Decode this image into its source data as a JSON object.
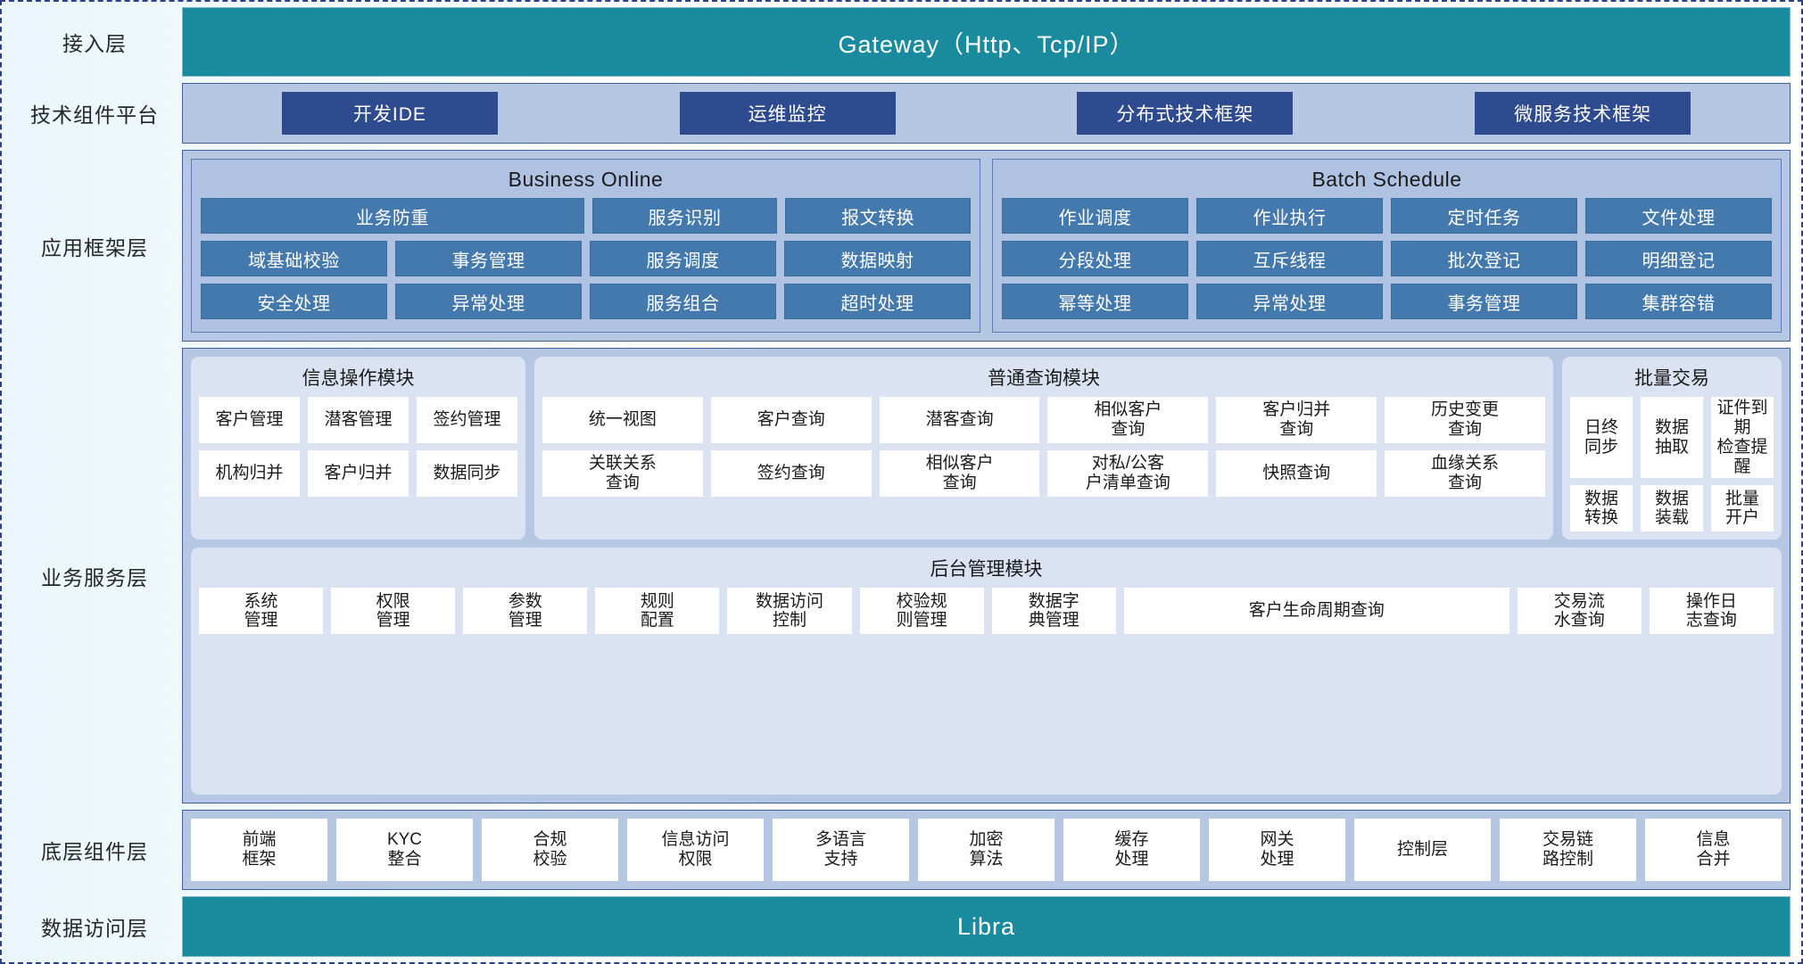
{
  "diagram": {
    "title": "Application Architecture Layers",
    "colors": {
      "teal": "#1a8a9e",
      "dark_blue": "#2e4b8f",
      "mid_blue": "#4479ae",
      "panel_blue": "#b6c7e4",
      "subpanel_blue": "#afc2e2",
      "module_blue": "#dbe3f2",
      "tile_white": "#ffffff",
      "border_blue": "#41619e"
    }
  },
  "layers": {
    "access": {
      "label": "接入层",
      "bar": "Gateway（Http、Tcp/IP）"
    },
    "tech_platform": {
      "label": "技术组件平台",
      "buttons": [
        "开发IDE",
        "运维监控",
        "分布式技术框架",
        "微服务技术框架"
      ]
    },
    "app_framework": {
      "label": "应用框架层",
      "groups": [
        {
          "title": "Business Online",
          "rows": [
            [
              {
                "text": "业务防重",
                "span": 2
              },
              {
                "text": "服务识别",
                "span": 1
              },
              {
                "text": "报文转换",
                "span": 1
              }
            ],
            [
              {
                "text": "域基础校验",
                "span": 1
              },
              {
                "text": "事务管理",
                "span": 1
              },
              {
                "text": "服务调度",
                "span": 1
              },
              {
                "text": "数据映射",
                "span": 1
              }
            ],
            [
              {
                "text": "安全处理",
                "span": 1
              },
              {
                "text": "异常处理",
                "span": 1
              },
              {
                "text": "服务组合",
                "span": 1
              },
              {
                "text": "超时处理",
                "span": 1
              }
            ]
          ]
        },
        {
          "title": "Batch Schedule",
          "rows": [
            [
              {
                "text": "作业调度",
                "span": 1
              },
              {
                "text": "作业执行",
                "span": 1
              },
              {
                "text": "定时任务",
                "span": 1
              },
              {
                "text": "文件处理",
                "span": 1
              }
            ],
            [
              {
                "text": "分段处理",
                "span": 1
              },
              {
                "text": "互斥线程",
                "span": 1
              },
              {
                "text": "批次登记",
                "span": 1
              },
              {
                "text": "明细登记",
                "span": 1
              }
            ],
            [
              {
                "text": "幂等处理",
                "span": 1
              },
              {
                "text": "异常处理",
                "span": 1
              },
              {
                "text": "事务管理",
                "span": 1
              },
              {
                "text": "集群容错",
                "span": 1
              }
            ]
          ]
        }
      ]
    },
    "business_service": {
      "label": "业务服务层",
      "modules": [
        {
          "title": "信息操作模块",
          "rows": [
            [
              "客户管理",
              "潜客管理",
              "签约管理"
            ],
            [
              "机构归并",
              "客户归并",
              "数据同步"
            ]
          ]
        },
        {
          "title": "普通查询模块",
          "rows": [
            [
              "统一视图",
              "客户查询",
              "潜客查询",
              "相似客户\n查询",
              "客户归并\n查询",
              "历史变更\n查询"
            ],
            [
              "关联关系\n查询",
              "签约查询",
              "相似客户\n查询",
              "对私/公客\n户清单查询",
              "快照查询",
              "血缘关系\n查询"
            ]
          ]
        },
        {
          "title": "批量交易",
          "rows": [
            [
              "日终\n同步",
              "数据\n抽取",
              "证件到期\n检查提醒"
            ],
            [
              "数据\n转换",
              "数据\n装载",
              "批量\n开户"
            ]
          ]
        }
      ],
      "backend_module": {
        "title": "后台管理模块",
        "tiles": [
          {
            "text": "系统\n管理",
            "wide": false
          },
          {
            "text": "权限\n管理",
            "wide": false
          },
          {
            "text": "参数\n管理",
            "wide": false
          },
          {
            "text": "规则\n配置",
            "wide": false
          },
          {
            "text": "数据访问\n控制",
            "wide": false
          },
          {
            "text": "校验规\n则管理",
            "wide": false
          },
          {
            "text": "数据字\n典管理",
            "wide": false
          },
          {
            "text": "客户生命周期查询",
            "wide": true
          },
          {
            "text": "交易流\n水查询",
            "wide": false
          },
          {
            "text": "操作日\n志查询",
            "wide": false
          }
        ]
      }
    },
    "component": {
      "label": "底层组件层",
      "tiles": [
        "前端\n框架",
        "KYC\n整合",
        "合规\n校验",
        "信息访问\n权限",
        "多语言\n支持",
        "加密\n算法",
        "缓存\n处理",
        "网关\n处理",
        "控制层",
        "交易链\n路控制",
        "信息\n合并"
      ]
    },
    "data_access": {
      "label": "数据访问层",
      "bar": "Libra"
    }
  }
}
